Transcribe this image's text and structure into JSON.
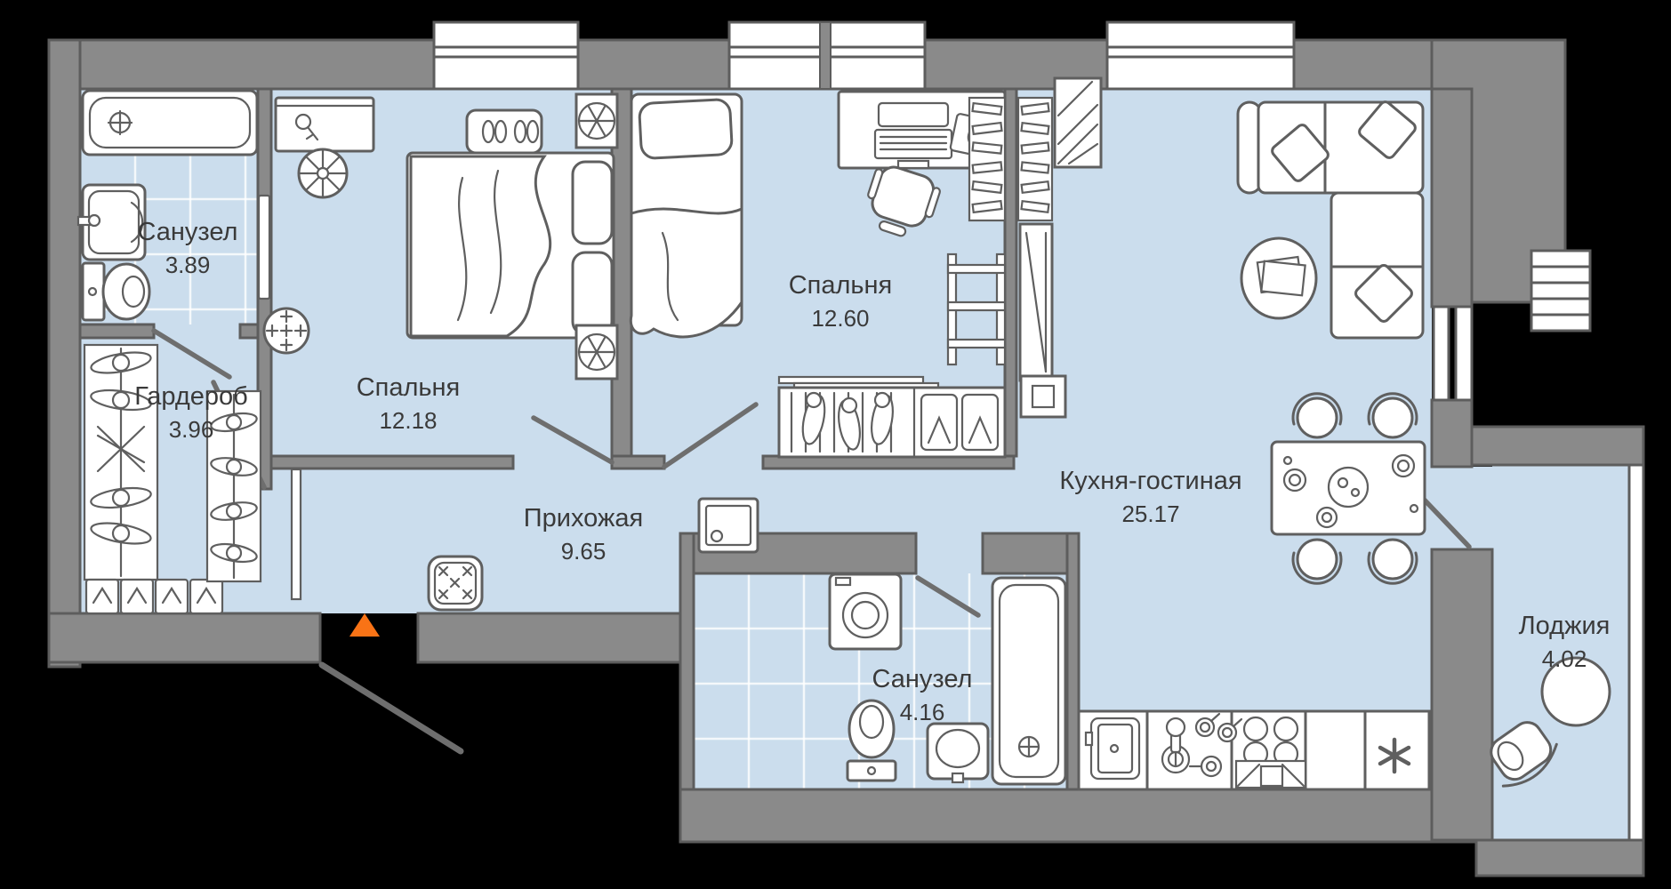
{
  "plan_title": "2-room apartment floor plan",
  "rooms": [
    {
      "id": "bathroom-1",
      "name": "Санузел",
      "area": "3.89"
    },
    {
      "id": "wardrobe",
      "name": "Гардероб",
      "area": "3.96"
    },
    {
      "id": "bedroom-1",
      "name": "Спальня",
      "area": "12.18"
    },
    {
      "id": "bedroom-2",
      "name": "Спальня",
      "area": "12.60"
    },
    {
      "id": "hallway",
      "name": "Прихожая",
      "area": "9.65"
    },
    {
      "id": "kitchen-living",
      "name": "Кухня-гостиная",
      "area": "25.17"
    },
    {
      "id": "bathroom-2",
      "name": "Санузел",
      "area": "4.16"
    },
    {
      "id": "loggia",
      "name": "Лоджия",
      "area": "4.02"
    }
  ],
  "colors": {
    "wall": "#8a8a8a",
    "wall_outline": "#5d5d5d",
    "floor": "#cbdded",
    "furniture_outline": "#5f5f5f",
    "entrance_marker": "#f97316",
    "label_text": "#3a3a3a",
    "background": "#000000"
  }
}
